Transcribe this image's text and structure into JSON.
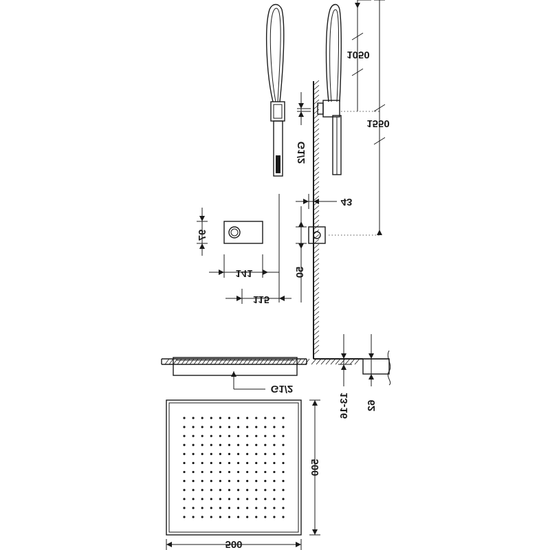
{
  "labels": {
    "dim_1050": "1050",
    "dim_1550": "1550",
    "dim_thread_top": "G1/2",
    "dim_43": "43",
    "dim_97": "97",
    "dim_50": "50",
    "dim_141": "141",
    "dim_115": "115",
    "dim_thread_bottom": "G1/2",
    "dim_depth_range": "13-16",
    "dim_62": "62",
    "dim_width": "500",
    "dim_height": "500"
  },
  "colors": {
    "line": "#1a1a1a",
    "background": "#ffffff"
  },
  "nozzle_grid": {
    "rows": 12,
    "cols": 12
  }
}
